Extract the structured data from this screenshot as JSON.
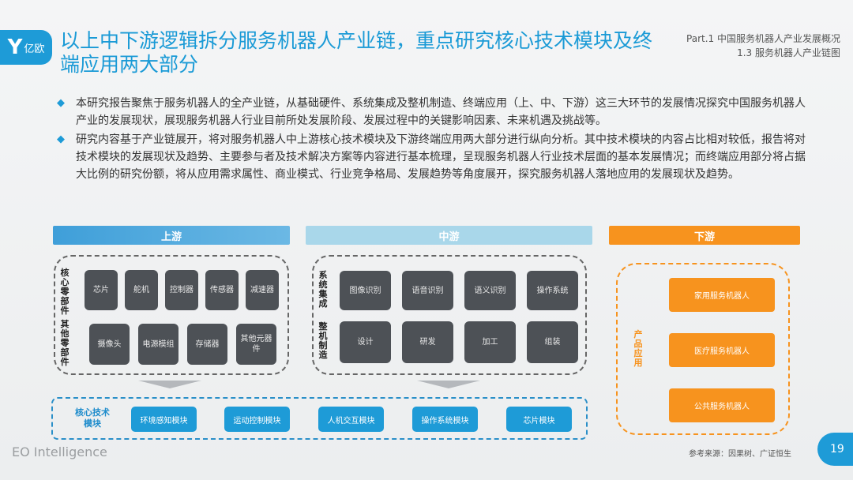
{
  "logo": {
    "text": "亿欧"
  },
  "title": "以上中下游逻辑拆分服务机器人产业链，重点研究核心技术模块及终端应用两大部分",
  "part": {
    "line1": "Part.1 中国服务机器人产业发展概况",
    "line2": "1.3 服务机器人产业链图"
  },
  "bullets": [
    "本研究报告聚焦于服务机器人的全产业链，从基础硬件、系统集成及整机制造、终端应用（上、中、下游）这三大环节的发展情况探究中国服务机器人产业的发展现状，展现服务机器人行业目前所处发展阶段、发展过程中的关键影响因素、未来机遇及挑战等。",
    "研究内容基于产业链展开，将对服务机器人中上游核心技术模块及下游终端应用两大部分进行纵向分析。其中技术模块的内容占比相对较低，报告将对技术模块的发展现状及趋势、主要参与者及技术解决方案等内容进行基本梳理，呈现服务机器人行业技术层面的基本发展情况；而终端应用部分将占据大比例的研究份额，将从应用需求属性、商业模式、行业竞争格局、发展趋势等角度展开，探究服务机器人落地应用的发展现状及趋势。"
  ],
  "upstream": {
    "header": "上游",
    "core_label": "核心零部件",
    "core": [
      "芯片",
      "舵机",
      "控制器",
      "传感器",
      "减速器"
    ],
    "other_label": "其他零部件",
    "other": [
      "摄像头",
      "电源模组",
      "存储器",
      "其他元器件"
    ]
  },
  "midstream": {
    "header": "中游",
    "sys_label": "系统集成",
    "sys": [
      "图像识别",
      "语音识别",
      "语义识别",
      "操作系统"
    ],
    "mfg_label": "整机制造",
    "mfg": [
      "设计",
      "研发",
      "加工",
      "组装"
    ]
  },
  "downstream": {
    "header": "下游",
    "label": "产品应用",
    "items": [
      "家用服务机器人",
      "医疗服务机器人",
      "公共服务机器人"
    ]
  },
  "core_tech": {
    "label": "核心技术模块",
    "items": [
      "环境感知模块",
      "运动控制模块",
      "人机交互模块",
      "操作系统模块",
      "芯片模块"
    ]
  },
  "footer": {
    "brand": "EO Intelligence",
    "source": "参考来源：因果树、广证恒生",
    "page": "19"
  }
}
